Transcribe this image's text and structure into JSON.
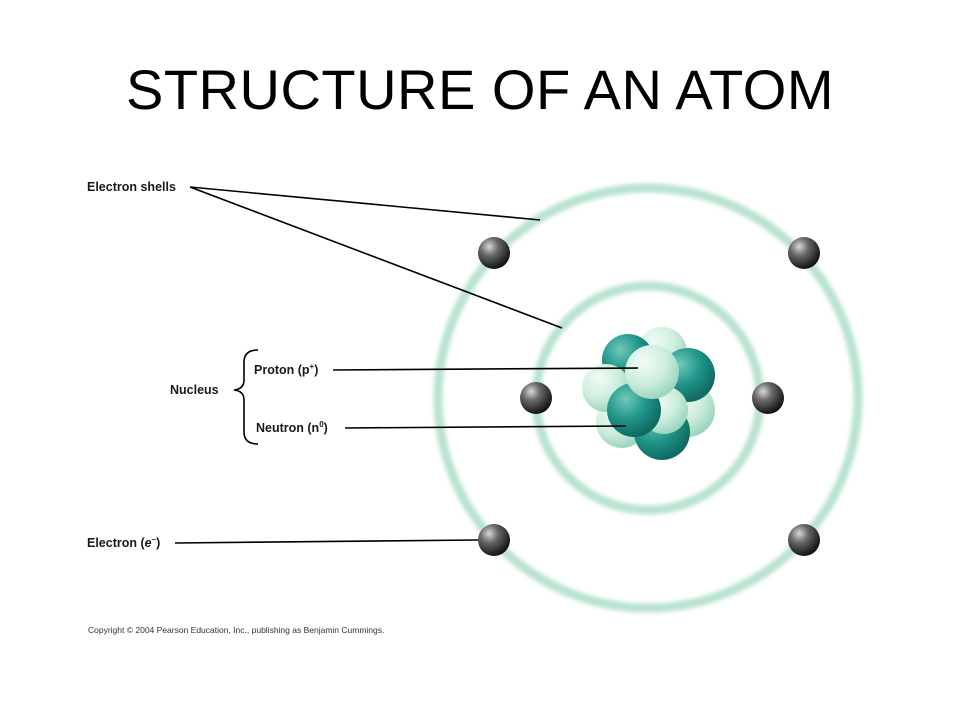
{
  "title": "STRUCTURE OF AN ATOM",
  "labels": {
    "electron_shells": "Electron shells",
    "nucleus": "Nucleus",
    "proton": {
      "text": "Proton (p",
      "sup": "+",
      "close": ")"
    },
    "neutron": {
      "text": "Neutron (n",
      "sup": "0",
      "close": ")"
    },
    "electron": {
      "text": "Electron (",
      "symbol": "e",
      "sup": "–",
      "close": ")"
    }
  },
  "copyright": "Copyright © 2004 Pearson Education, Inc., publishing as Benjamin Cummings.",
  "colors": {
    "shell": "#b8e2cf",
    "proton_light": "#cdeedd",
    "neutron_dark": "#1f9488",
    "electron": "#3a3a3a",
    "leader_line": "#000000"
  }
}
